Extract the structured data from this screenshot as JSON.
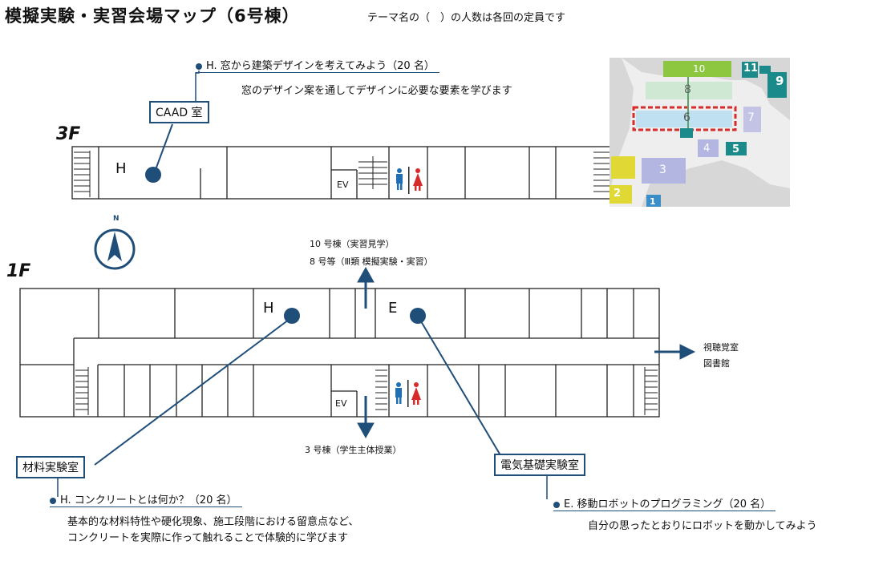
{
  "title": "模擬実験・実習会場マップ（6号棟）",
  "note": "テーマ名の（　）の人数は各回の定員です",
  "floors": {
    "f3": "3F",
    "f1": "1F"
  },
  "compass": {
    "label": "N"
  },
  "rooms": {
    "caad": "CAAD 室",
    "zairyo": "材料実験室",
    "denki": "電気基礎実験室",
    "ev": "EV",
    "h": "H",
    "e": "E"
  },
  "themes": {
    "h3": {
      "title": "H. 窓から建築デザインを考えてみよう（20 名）",
      "desc": "窓のデザイン案を通してデザインに必要な要素を学びます"
    },
    "h1": {
      "title": "H. コンクリートとは何か？（20 名）",
      "desc1": "基本的な材料特性や硬化現象、施工段階における留意点など、",
      "desc2": "コンクリートを実際に作って触れることで体験的に学びます"
    },
    "e1": {
      "title": "E. 移動ロボットのプログラミング（20 名）",
      "desc": "自分の思ったとおりにロボットを動かしてみよう"
    }
  },
  "directions": {
    "up1": "10 号棟（実習見学）",
    "up2": "8 号等（Ⅲ類 模擬実験・実習）",
    "down": "3 号棟（学生主体授業）",
    "right1": "視聴覚室",
    "right2": "図書館"
  },
  "campus_map": {
    "b10": "10",
    "b8": "8",
    "b6": "6",
    "b7": "7",
    "b11": "11",
    "b9": "9",
    "b4": "4",
    "b5": "5",
    "b3": "3",
    "b2": "2",
    "b1": "1"
  },
  "colors": {
    "accent": "#1f4e79",
    "female": "#d62b2b",
    "male": "#1f6fb4",
    "highlight": "#d62b2b"
  }
}
